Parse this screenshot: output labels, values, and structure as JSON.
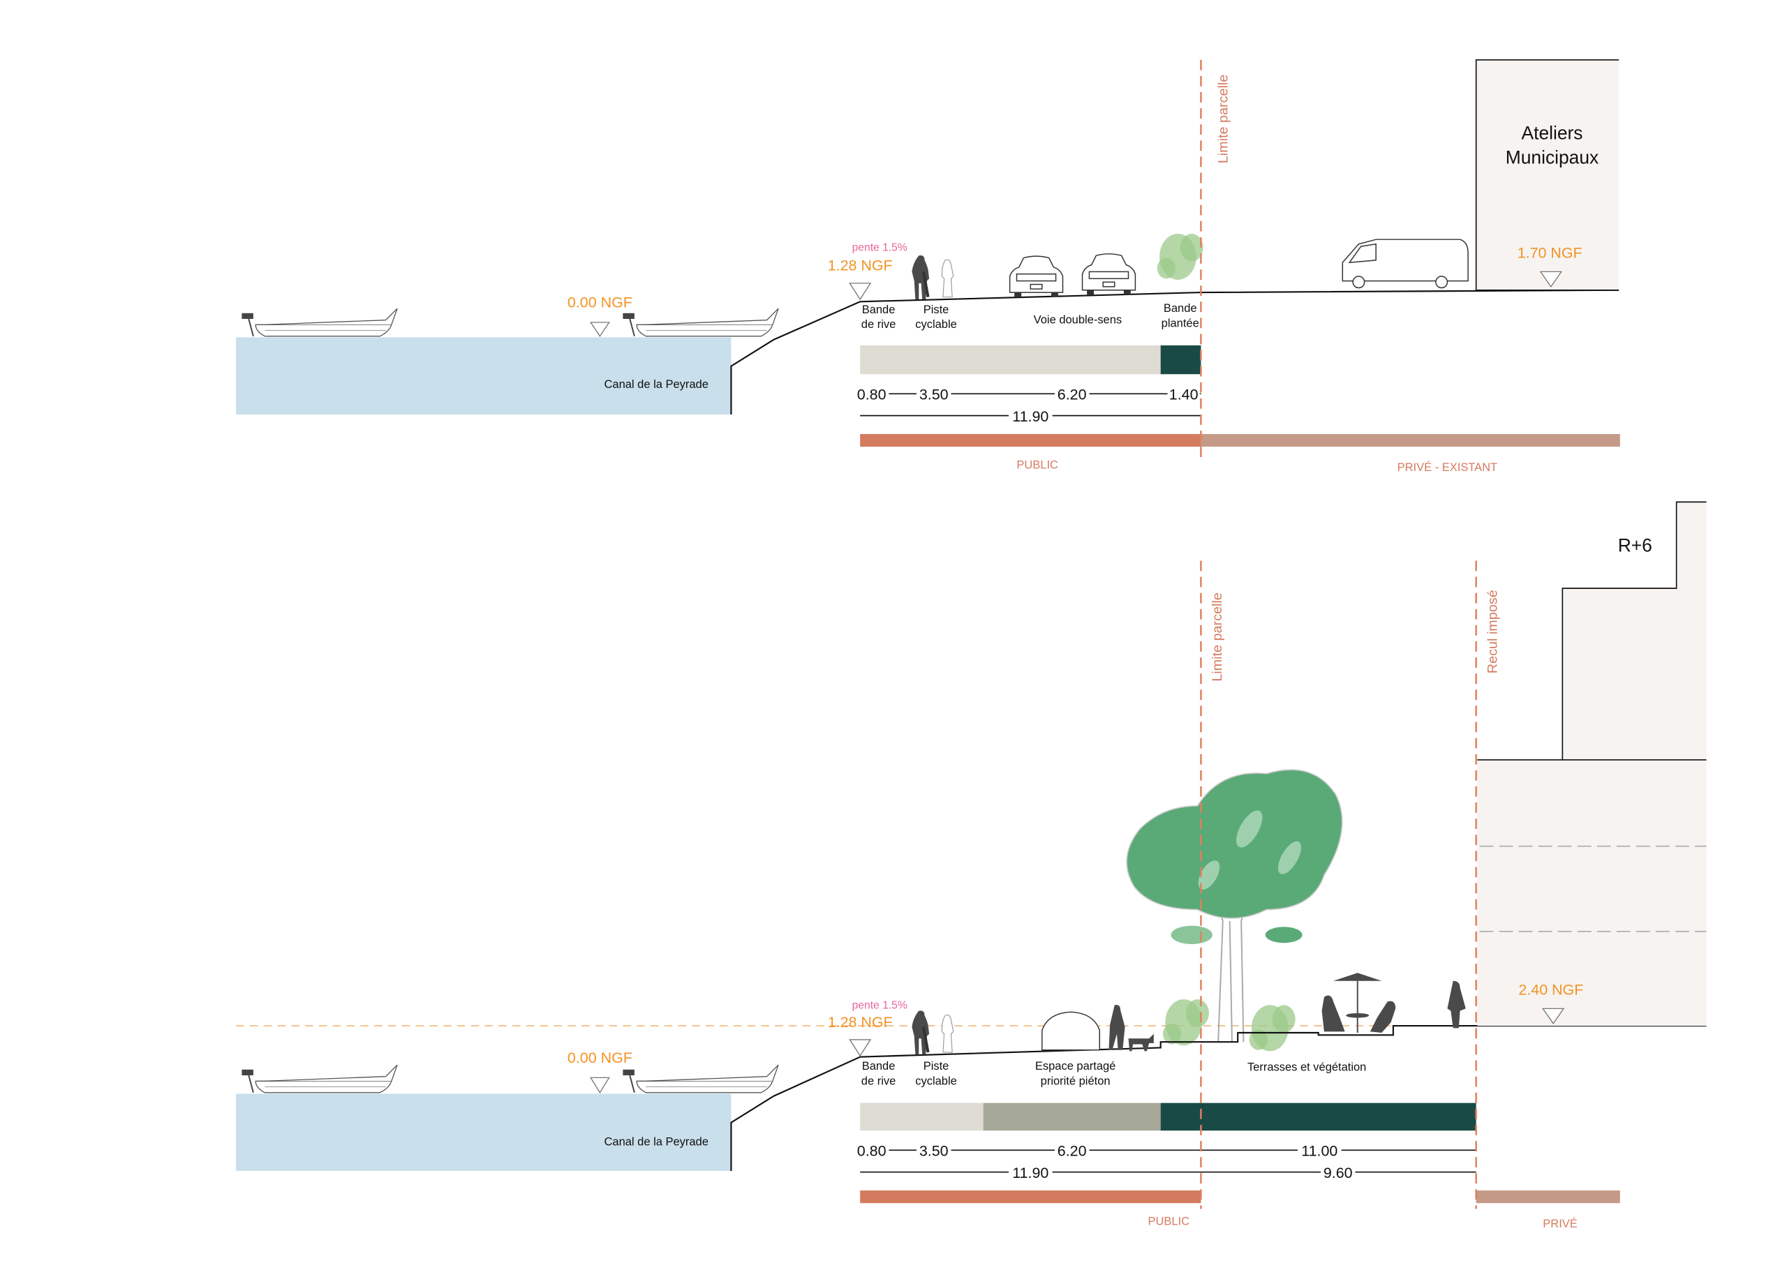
{
  "colors": {
    "water": "#c9dfeb",
    "ngf": "#f39325",
    "slope": "#e8649a",
    "public": "#d47b5f",
    "private": "#c49a87",
    "paving_light": "#dedbd3",
    "paving_shared": "#a6a998",
    "planted": "#1a4a45",
    "tree": "#5aaa78",
    "building": "#f6f3f1"
  },
  "top_section": {
    "canal_label": "Canal de la Peyrade",
    "water_level": "0.00 NGF",
    "bank_level": "1.28 NGF",
    "slope": "pente 1.5%",
    "parcel_limit": "Limite parcelle",
    "building_name_line1": "Ateliers",
    "building_name_line2": "Municipaux",
    "building_level": "1.70 NGF",
    "zones": {
      "bande_rive_1": "Bande",
      "bande_rive_2": "de rive",
      "piste_1": "Piste",
      "piste_2": "cyclable",
      "voie": "Voie double-sens",
      "plantee_1": "Bande",
      "plantee_2": "plantée"
    },
    "dims": {
      "d1": "0.80",
      "d2": "3.50",
      "d3": "6.20",
      "d4": "1.40",
      "total": "11.90"
    },
    "ownership": {
      "public": "PUBLIC",
      "private": "PRIVÉ - EXISTANT"
    }
  },
  "bottom_section": {
    "canal_label": "Canal de la Peyrade",
    "water_level": "0.00 NGF",
    "bank_level": "1.28 NGF",
    "slope": "pente 1.5%",
    "parcel_limit": "Limite parcelle",
    "setback": "Recul imposé",
    "building_height": "R+6",
    "building_level": "2.40 NGF",
    "zones": {
      "bande_rive_1": "Bande",
      "bande_rive_2": "de rive",
      "piste_1": "Piste",
      "piste_2": "cyclable",
      "espace_1": "Espace partagé",
      "espace_2": "priorité piéton",
      "terrasses": "Terrasses et végétation"
    },
    "dims": {
      "d1": "0.80",
      "d2": "3.50",
      "d3": "6.20",
      "d4": "11.00",
      "total_public": "11.90",
      "total_private": "9.60"
    },
    "ownership": {
      "public": "PUBLIC",
      "private": "PRIVÉ"
    }
  }
}
